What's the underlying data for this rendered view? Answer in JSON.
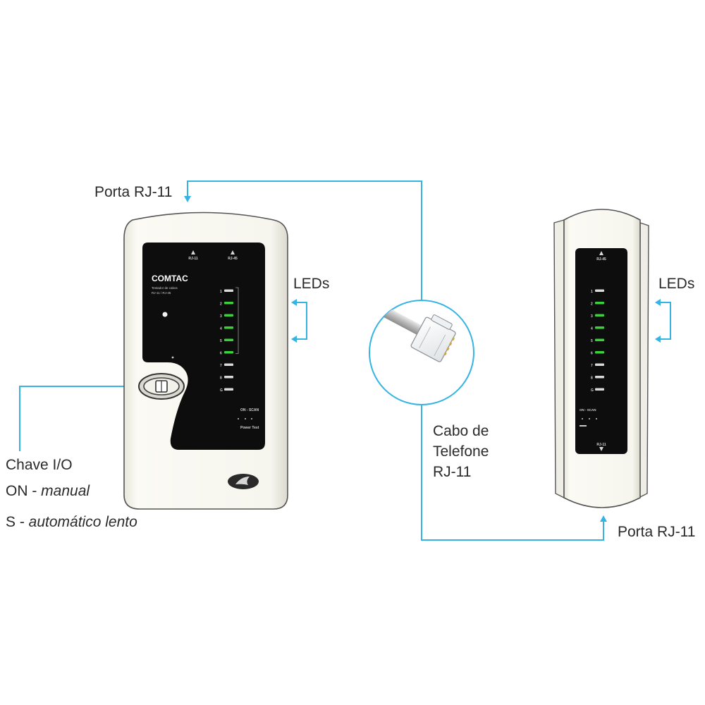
{
  "labels": {
    "top_port": "Porta RJ-11",
    "bottom_port": "Porta RJ-11",
    "leds_left": "LEDs",
    "leds_right": "LEDs",
    "cable_line1": "Cabo de",
    "cable_line2": "Telefone",
    "cable_line3": "RJ-11",
    "switch_title": "Chave I/O",
    "switch_on_prefix": "ON - ",
    "switch_on_mode": "manual",
    "switch_s_prefix": "S - ",
    "switch_s_mode": "automático lento"
  },
  "device_main": {
    "brand": "COMTAC",
    "subtitle_line1": "Testador de cabos",
    "subtitle_line2": "RJ-11 / RJ-45",
    "port_label_1": "RJ-11",
    "port_label_2": "RJ-45",
    "led_numbers": [
      "1",
      "2",
      "3",
      "4",
      "5",
      "6",
      "7",
      "8",
      "G"
    ],
    "mode_label": "ON - SCAN",
    "status_label": "Power   Test"
  },
  "device_remote": {
    "port_label": "RJ-45",
    "led_numbers": [
      "1",
      "2",
      "3",
      "4",
      "5",
      "6",
      "7",
      "8",
      "G"
    ],
    "mode_label": "ON - SCAN",
    "bottom_label": "RJ-11"
  },
  "colors": {
    "callout_line": "#35b4e4",
    "led_lit": "#3ecf3e",
    "panel": "#0d0d0d",
    "casing": "#f7f6ef",
    "text": "#2a2a2a"
  }
}
